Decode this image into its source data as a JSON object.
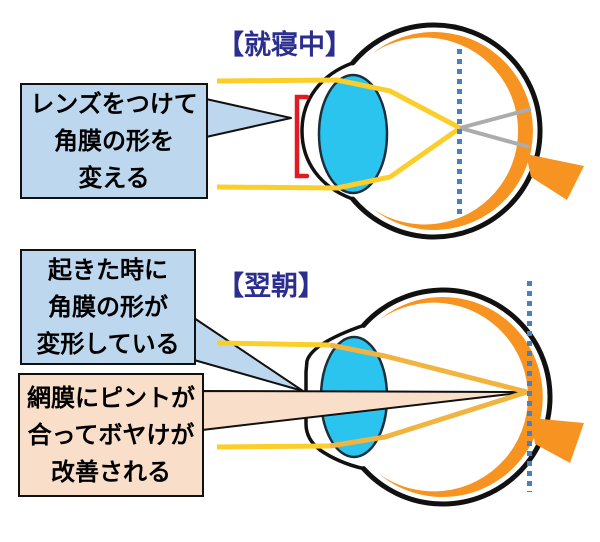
{
  "titles": {
    "sleeping": "【就寝中】",
    "morning": "【翌朝】"
  },
  "callouts": {
    "lens": {
      "lines": [
        "レンズをつけて",
        "角膜の形を",
        "変える"
      ]
    },
    "cornea": {
      "lines": [
        "起きた時に",
        "角膜の形が",
        "変形している"
      ]
    },
    "retina": {
      "lines": [
        "網膜にピントが",
        "合ってボヤけが",
        "改善される"
      ]
    }
  },
  "colors": {
    "title_navy": "#2b2e8e",
    "callout_blue": "#bdd7ee",
    "callout_pink": "#f9dfc9",
    "outline_black": "#111111",
    "sclera_orange": "#f79421",
    "lens_cyan": "#2bc4ee",
    "ray_yellow": "#fbce2a",
    "ray_yellow_refracted": "#f2b441",
    "blur_gray": "#acacac",
    "focal_line_blue": "#4c7fbe",
    "contact_lens_red": "#e11b22"
  }
}
